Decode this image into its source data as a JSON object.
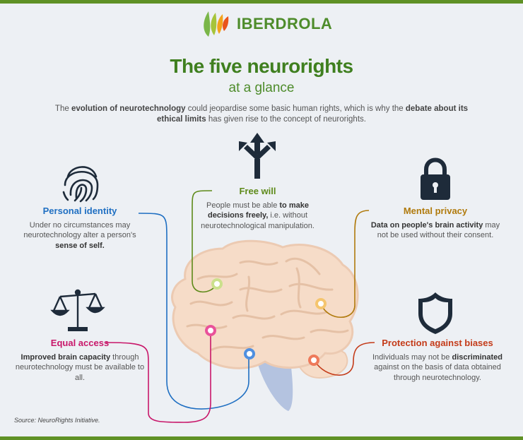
{
  "brand": {
    "name": "IBERDROLA"
  },
  "title": "The five neurorights",
  "subtitle": "at a glance",
  "intro": {
    "t1": "The ",
    "b1": "evolution of neurotechnology",
    "t2": " could jeopardise some basic human rights, which is why the ",
    "b2": "debate about its ethical limits",
    "t3": " has given rise to the concept of neurorights."
  },
  "rights": {
    "personal_identity": {
      "title": "Personal identity",
      "t1": "Under no circumstances may neurotechnology alter a person's ",
      "b1": "sense of self.",
      "color": "#1f6fc2",
      "icon": "fingerprint-icon"
    },
    "free_will": {
      "title": "Free will",
      "t1": "People must be able ",
      "b1": "to make decisions freely,",
      "t2": " i.e. without neurotechnological manipulation.",
      "color": "#5e8a19",
      "icon": "branching-arrows-icon"
    },
    "mental_privacy": {
      "title": "Mental privacy",
      "b1": "Data on people's brain activity",
      "t1": " may not be used without their consent.",
      "color": "#b07a0c",
      "icon": "padlock-icon"
    },
    "equal_access": {
      "title": "Equal access",
      "b1": "Improved brain capacity",
      "t1": " through neurotechnology must be available to all.",
      "color": "#c8176a",
      "icon": "scales-icon"
    },
    "protection_biases": {
      "title": "Protection against biases",
      "t1": "Individuals may not be ",
      "b1": "discriminated",
      "t2": " against on the basis of data obtained through neurotechnology.",
      "color": "#c43b19",
      "icon": "shield-icon"
    }
  },
  "source": "Source: NeuroRights Initiative."
}
